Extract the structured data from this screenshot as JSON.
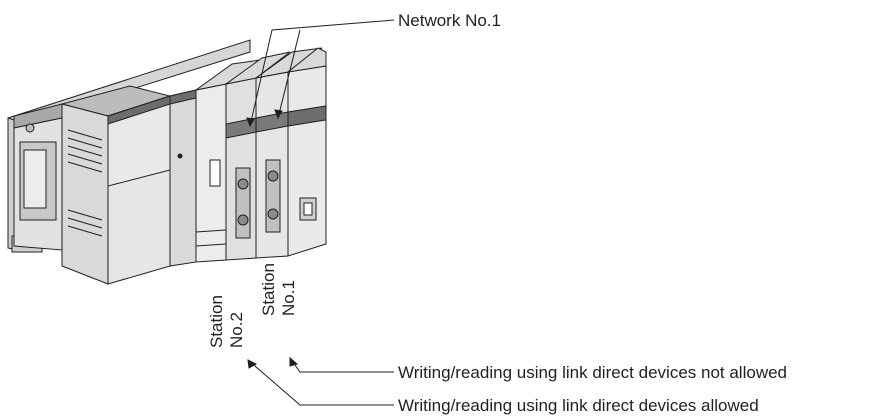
{
  "diagram": {
    "network_label": "Network No.1",
    "station_labels": [
      {
        "line1": "Station",
        "line2": "No.2"
      },
      {
        "line1": "Station",
        "line2": "No.1"
      }
    ],
    "callouts": {
      "not_allowed": "Writing/reading using link direct devices not allowed",
      "allowed": "Writing/reading using link direct devices allowed"
    }
  },
  "colors": {
    "ink": "#231f20",
    "module_light": "#e3e3e3",
    "module_mid": "#c9c9c9",
    "module_dark": "#9a9a9a",
    "top_band": "#6d6d6d"
  }
}
